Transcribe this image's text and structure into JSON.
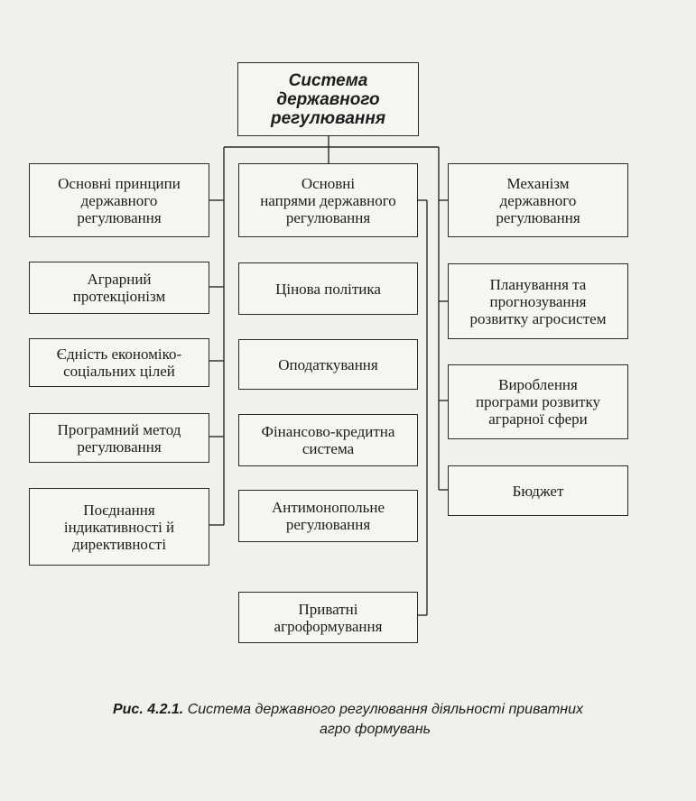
{
  "diagram": {
    "root": "Система\nдержавного\nрегулювання",
    "left": [
      "Основні принципи\nдержавного\nрегулювання",
      "Аграрний\nпротекціонізм",
      "Єдність економіко-\nсоціальних цілей",
      "Програмний метод\nрегулювання",
      "Поєднання\nіндикативності й\nдирективності"
    ],
    "center": [
      "Основні\nнапрями державного\nрегулювання",
      "Цінова політика",
      "Оподаткування",
      "Фінансово-кредитна\nсистема",
      "Антимонопольне\nрегулювання",
      "Приватні\nагроформування"
    ],
    "right": [
      "Механізм\nдержавного\nрегулювання",
      "Планування та\nпрогнозування\nрозвитку агросистем",
      "Вироблення\nпрограми розвитку\nаграрної сфери",
      "Бюджет"
    ]
  },
  "caption": {
    "number": "Рис. 4.2.1.",
    "line1": "Система державного регулювання діяльності приватних",
    "line2": "агро формувань"
  }
}
